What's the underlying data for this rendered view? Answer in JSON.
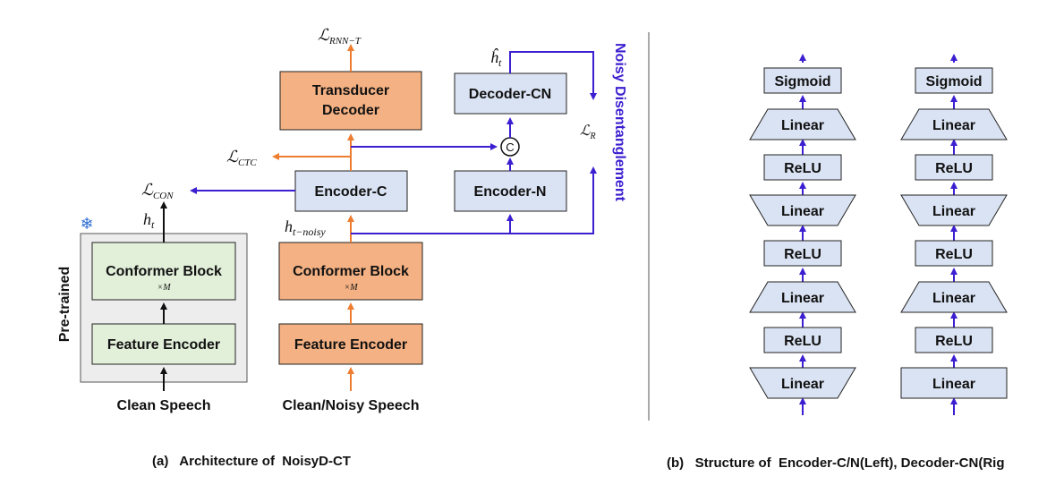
{
  "colors": {
    "orange_fill": "#f4b183",
    "green_fill": "#e2efd9",
    "blue_fill": "#dae3f3",
    "pretrained_bg": "#ededed",
    "orange_arrow": "#ed7d31",
    "purple_arrow": "#3c1fd0",
    "black": "#111111"
  },
  "panel_a": {
    "pretrained_label": "Pre-trained",
    "conformer_frozen": "Conformer Block",
    "conformer_frozen_sub": "×M",
    "feature_frozen": "Feature Encoder",
    "input_clean": "Clean Speech",
    "h_t": "h",
    "h_t_sub": "t",
    "loss_con": "ℒ",
    "loss_con_sub": "CON",
    "conformer_train": "Conformer Block",
    "conformer_train_sub": "×M",
    "feature_train": "Feature Encoder",
    "input_mixed": "Clean/Noisy Speech",
    "h_noisy": "h",
    "h_noisy_sub": "t−noisy",
    "encoder_c": "Encoder-C",
    "encoder_n": "Encoder-N",
    "loss_ctc": "ℒ",
    "loss_ctc_sub": "CTC",
    "transducer_line1": "Transducer",
    "transducer_line2": "Decoder",
    "loss_rnnt": "ℒ",
    "loss_rnnt_sub": "RNN−T",
    "concat_symbol": "C",
    "decoder_cn": "Decoder-CN",
    "h_hat": "ĥ",
    "h_hat_sub": "t",
    "loss_r": "ℒ",
    "loss_r_sub": "R",
    "noisy_disentanglement": "Noisy Disentanglement",
    "caption": "(a)   Architecture of  NoisyD-CT"
  },
  "panel_b": {
    "left_column": [
      "Sigmoid",
      "Linear",
      "ReLU",
      "Linear",
      "ReLU",
      "Linear",
      "ReLU",
      "Linear"
    ],
    "right_column": [
      "Sigmoid",
      "Linear",
      "ReLU",
      "Linear",
      "ReLU",
      "Linear",
      "ReLU",
      "Linear"
    ],
    "caption": "(b)   Structure of  Encoder-C/N(Left), Decoder-CN(Rig"
  }
}
